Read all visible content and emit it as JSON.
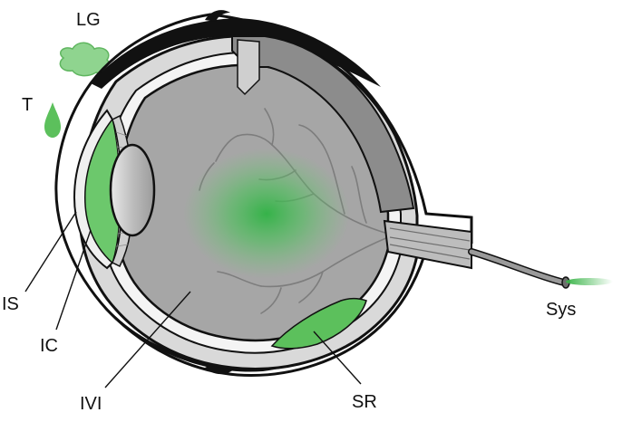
{
  "labels": {
    "lg": "LG",
    "t": "T",
    "is": "IS",
    "ic": "IC",
    "ivi": "IVI",
    "sr": "SR",
    "sys": "Sys"
  },
  "colors": {
    "green": "#3cb54a",
    "light_green": "#8fd48f",
    "gray": "#a6a6a6",
    "dark_gray": "#8c8c8c",
    "light_gray": "#d9d9d9",
    "outline": "#111111"
  }
}
